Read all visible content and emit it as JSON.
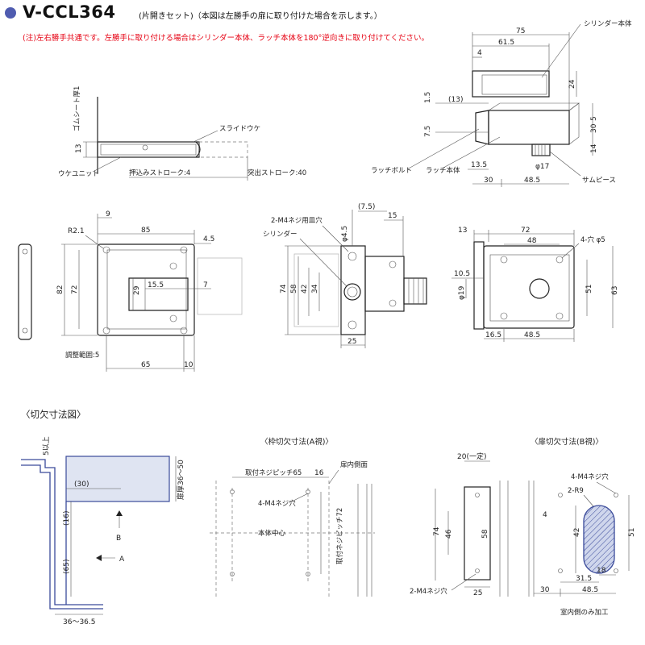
{
  "header": {
    "model": "V-CCL364",
    "subtitle": "(片開きセット)（本図は左勝手の扉に取り付けた場合を示します。）",
    "note": "(注)左右勝手共通です。左勝手に取り付ける場合はシリンダー本体、ラッチ本体を180°逆向きに取り付けてください。"
  },
  "side_view": {
    "labels": {
      "rubber": "ゴムシート厚1",
      "strike": "スライドウケ",
      "receiver": "ウケユニット",
      "push": "押込みストローク:4",
      "protrude": "突出ストローク:40"
    },
    "dims": {
      "d13": "13"
    }
  },
  "iso_view": {
    "labels": {
      "cylinder": "シリンダー本体",
      "latch_bolt": "ラッチボルト",
      "latch_body": "ラッチ本体",
      "thumb": "サムピース"
    },
    "dims": {
      "d75": "75",
      "d615": "61.5",
      "d4": "4",
      "d24": "24",
      "d15": "1.5",
      "d13p": "(13)",
      "d75b": "7.5",
      "d135": "13.5",
      "d5": "5",
      "d30v": "30",
      "d14": "14",
      "d17": "φ17",
      "d30": "30",
      "d485": "48.5"
    }
  },
  "front_view": {
    "dims": {
      "r21": "R2.1",
      "d9": "9",
      "d85": "85",
      "d45": "4.5",
      "d82": "82",
      "d72": "72",
      "d29": "29",
      "d155": "15.5",
      "d7": "7",
      "adjust": "調整範囲:5",
      "d65": "65",
      "d10": "10"
    }
  },
  "mid_view": {
    "labels": {
      "screw_hole": "2-M4ネジ用皿穴",
      "cylinder": "シリンダー"
    },
    "dims": {
      "d75p": "(7.5)",
      "d15": "15",
      "d45": "φ4.5",
      "d74": "74",
      "d58": "58",
      "d42": "42",
      "d34": "34",
      "d25": "25"
    }
  },
  "right_view": {
    "dims": {
      "d13": "13",
      "d72": "72",
      "d48": "48",
      "holes": "4-穴 φ5",
      "d105": "10.5",
      "d19": "φ19",
      "d51": "51",
      "d63": "63",
      "d165": "16.5",
      "d485": "48.5"
    }
  },
  "cutout": {
    "heading": "〈切欠寸法図〉",
    "labels": {
      "b": "B",
      "a": "A"
    },
    "dims": {
      "d5": "5以上",
      "thick": "扉厚36〜50",
      "d30p": "(30)",
      "d16p": "(16)",
      "d65p": "(65)",
      "d36": "36〜36.5"
    }
  },
  "frame_view": {
    "title": "〈枠切欠寸法(A視)〉",
    "labels": {
      "pitch65": "取付ネジピッチ65",
      "door_side": "扉内側面",
      "screw": "4-M4ネジ穴",
      "center": "本体中心",
      "pitch72": "取付ネジピッチ72"
    },
    "dims": {
      "d16": "16"
    }
  },
  "door_view": {
    "title": "〈扉切欠寸法(B視)〉",
    "labels": {
      "screw4": "4-M4ネジ穴",
      "r9": "2-R9",
      "screw2": "2-M4ネジ穴",
      "inside_only": "室内側のみ加工"
    },
    "dims": {
      "d20": "20(一定)",
      "d74": "74",
      "d46": "46",
      "d58": "58",
      "d25": "25",
      "d4": "4",
      "d42": "42",
      "d51": "51",
      "d315": "31.5",
      "d18": "18",
      "d30": "30",
      "d485": "48.5"
    }
  }
}
